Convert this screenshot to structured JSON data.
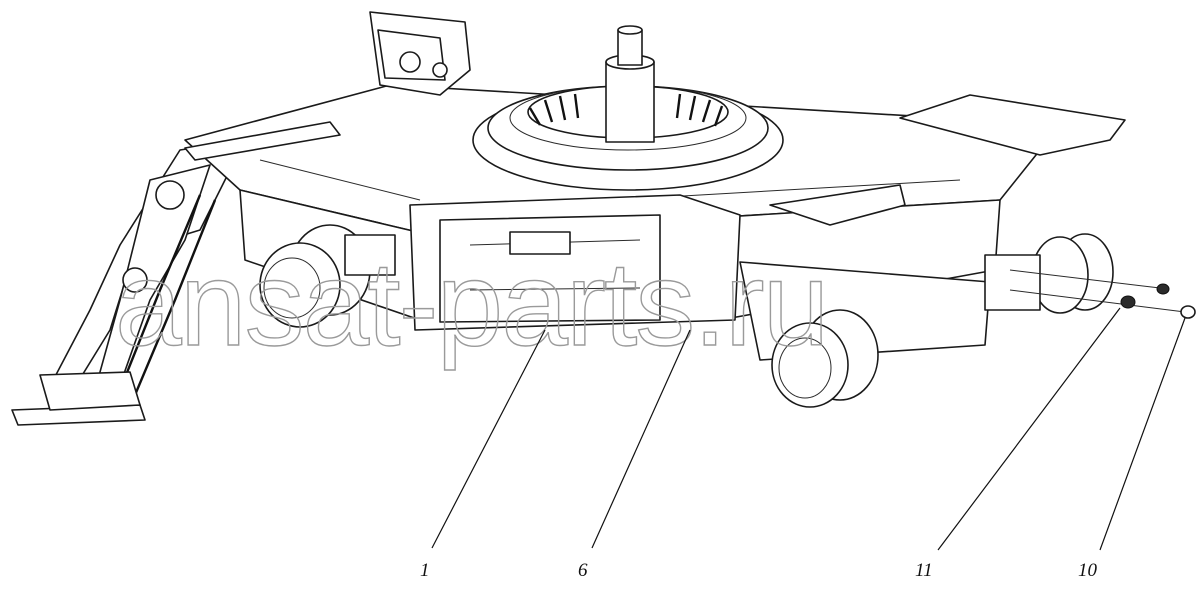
{
  "watermark": "ansat-parts.ru",
  "callouts": [
    {
      "label": "1"
    },
    {
      "label": "6"
    },
    {
      "label": "11"
    },
    {
      "label": "10"
    }
  ]
}
